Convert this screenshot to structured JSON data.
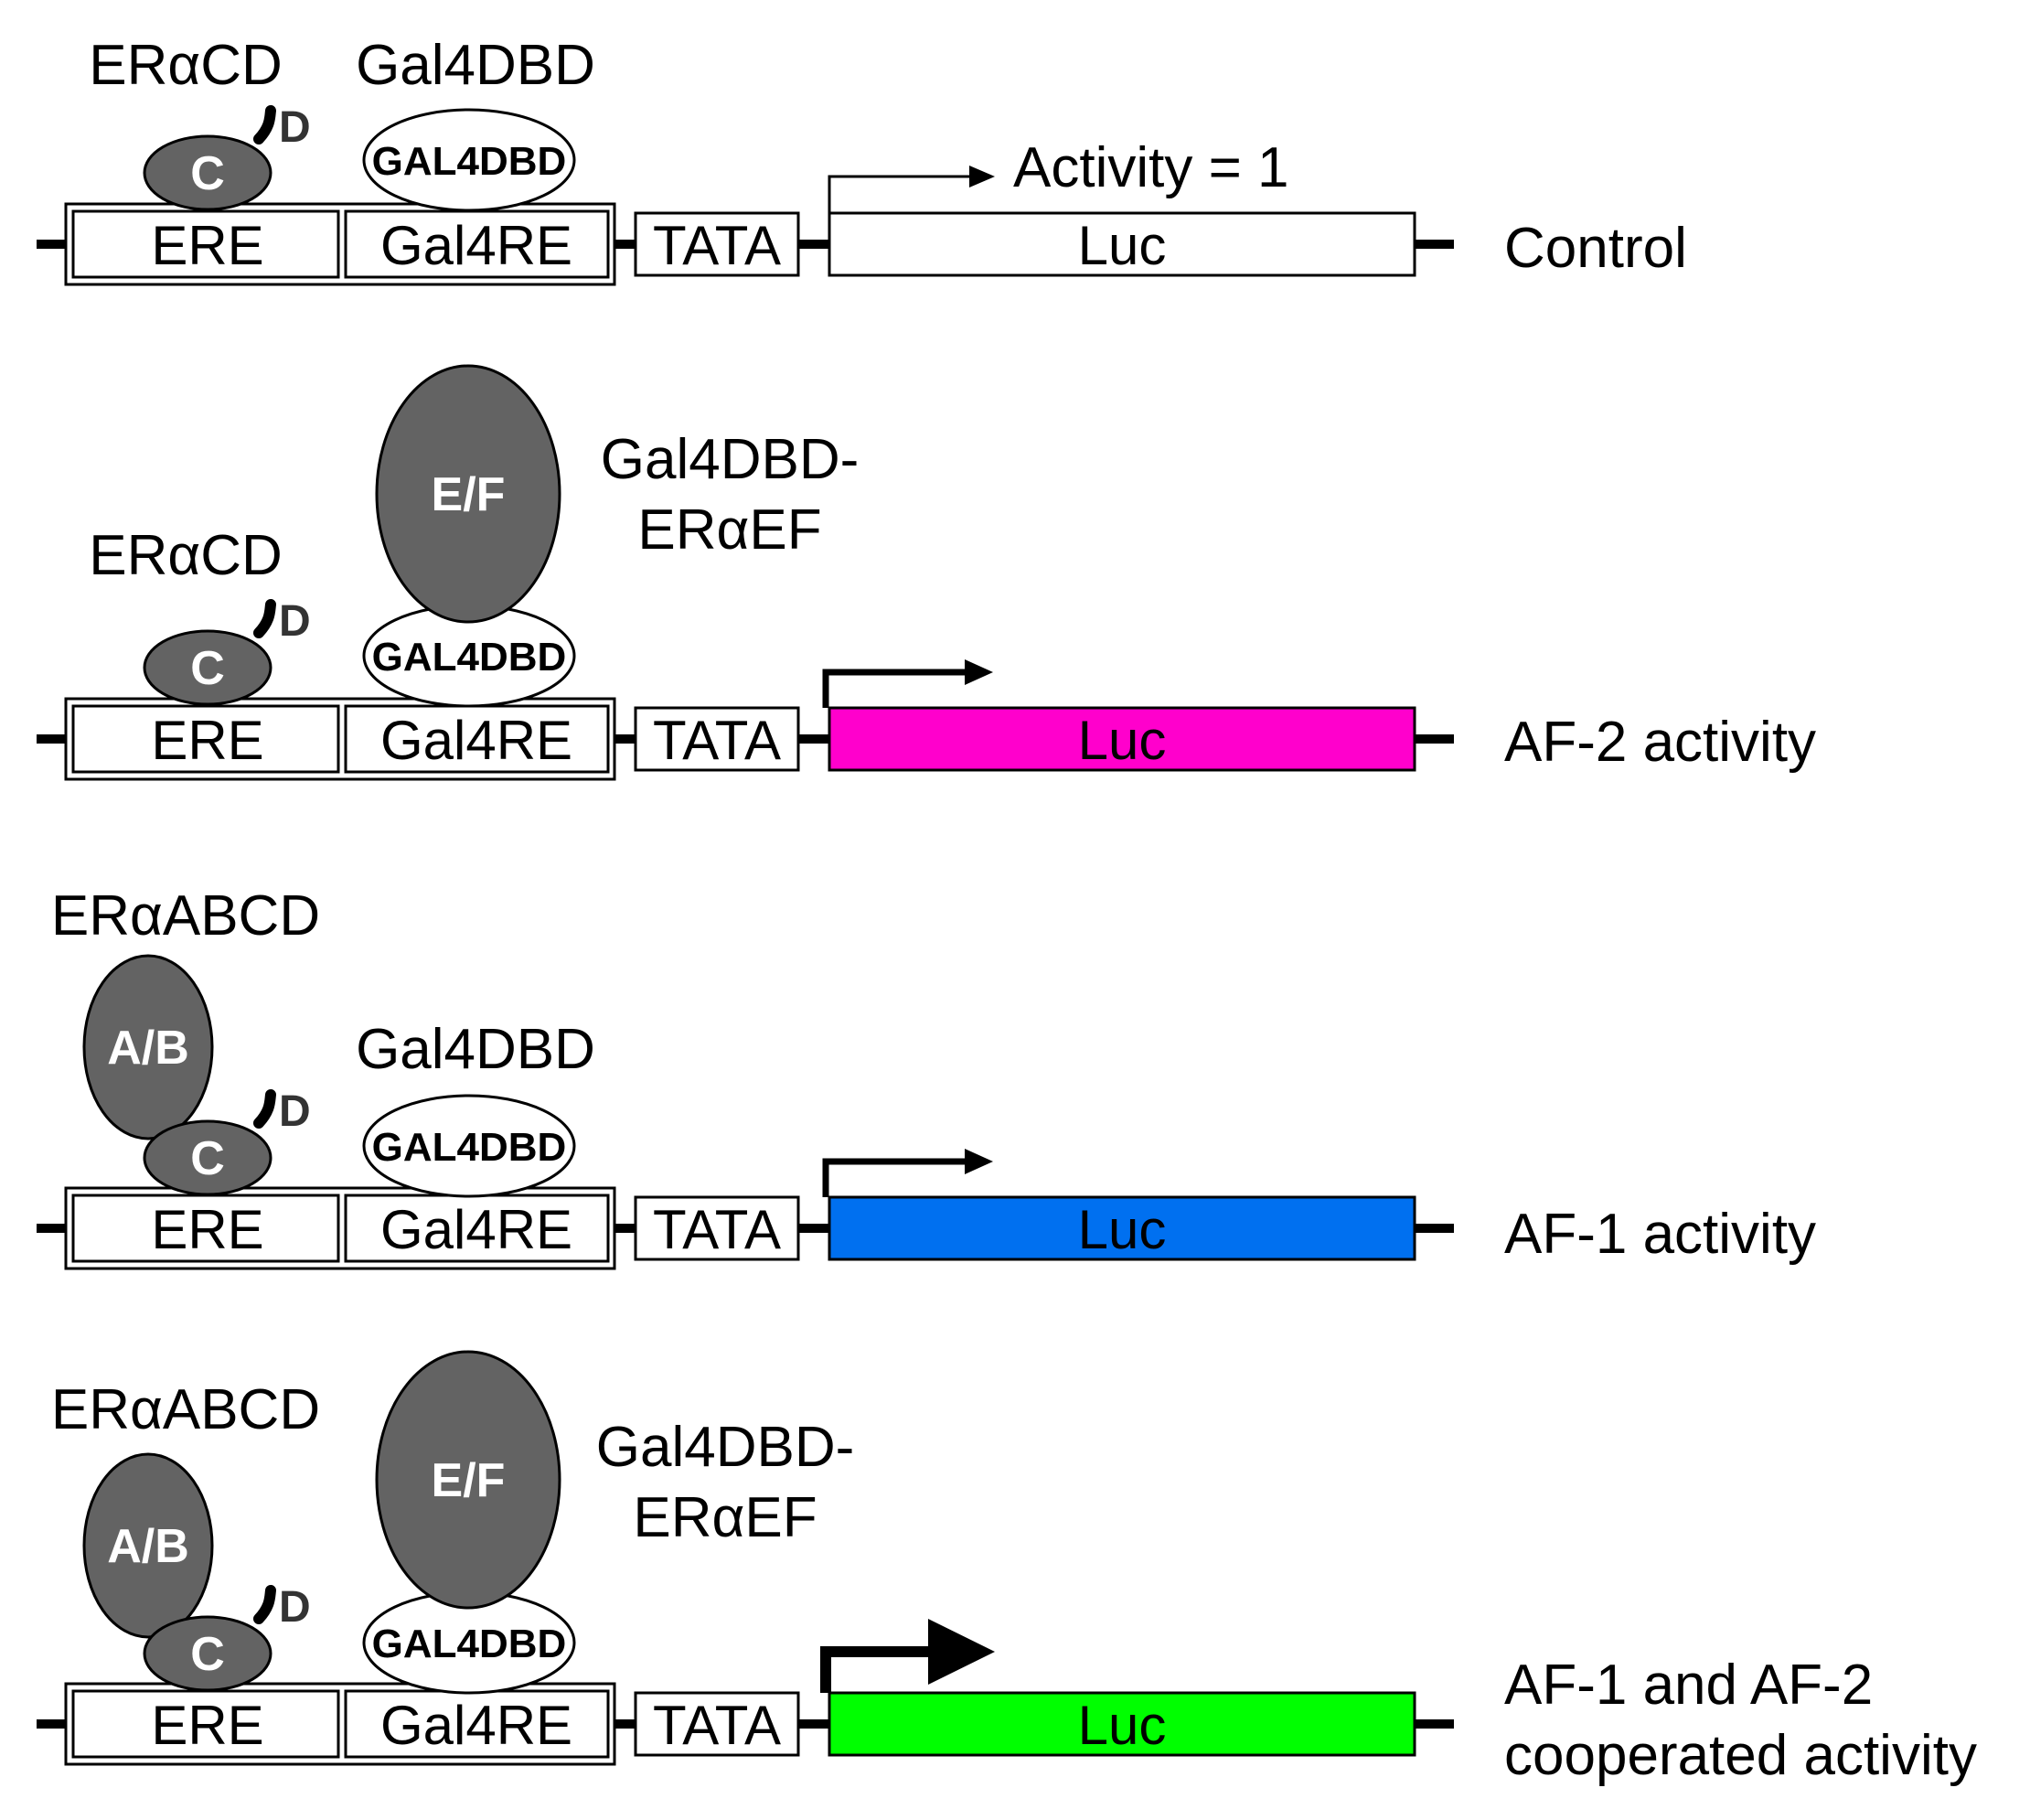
{
  "elements": {
    "ere": "ERE",
    "gal4re": "Gal4RE",
    "tata": "TATA",
    "luc": "Luc",
    "c_domain": "C",
    "d_domain": "D",
    "ab_domain": "A/B",
    "ef_domain": "E/F",
    "gal4dbd_oval": "GAL4DBD"
  },
  "colors": {
    "domain_fill": "#636363",
    "luc_control": "#ffffff",
    "luc_af2": "#ff00cc",
    "luc_af1": "#0070f0",
    "luc_coop": "#00ff00"
  },
  "panels": [
    {
      "id": "control",
      "left_protein": "ERαCD",
      "right_protein_line1": "Gal4DBD",
      "right_protein_line2": "",
      "activity_label": "Activity = 1",
      "result_line1": "Control",
      "result_line2": ""
    },
    {
      "id": "af2",
      "left_protein": "ERαCD",
      "right_protein_line1": "Gal4DBD-",
      "right_protein_line2": "ERαEF",
      "activity_label": "",
      "result_line1": "AF-2 activity",
      "result_line2": ""
    },
    {
      "id": "af1",
      "left_protein": "ERαABCD",
      "right_protein_line1": "Gal4DBD",
      "right_protein_line2": "",
      "activity_label": "",
      "result_line1": "AF-1 activity",
      "result_line2": ""
    },
    {
      "id": "coop",
      "left_protein": "ERαABCD",
      "right_protein_line1": "Gal4DBD-",
      "right_protein_line2": "ERαEF",
      "activity_label": "",
      "result_line1": "AF-1 and AF-2",
      "result_line2": "cooperated activity"
    }
  ]
}
